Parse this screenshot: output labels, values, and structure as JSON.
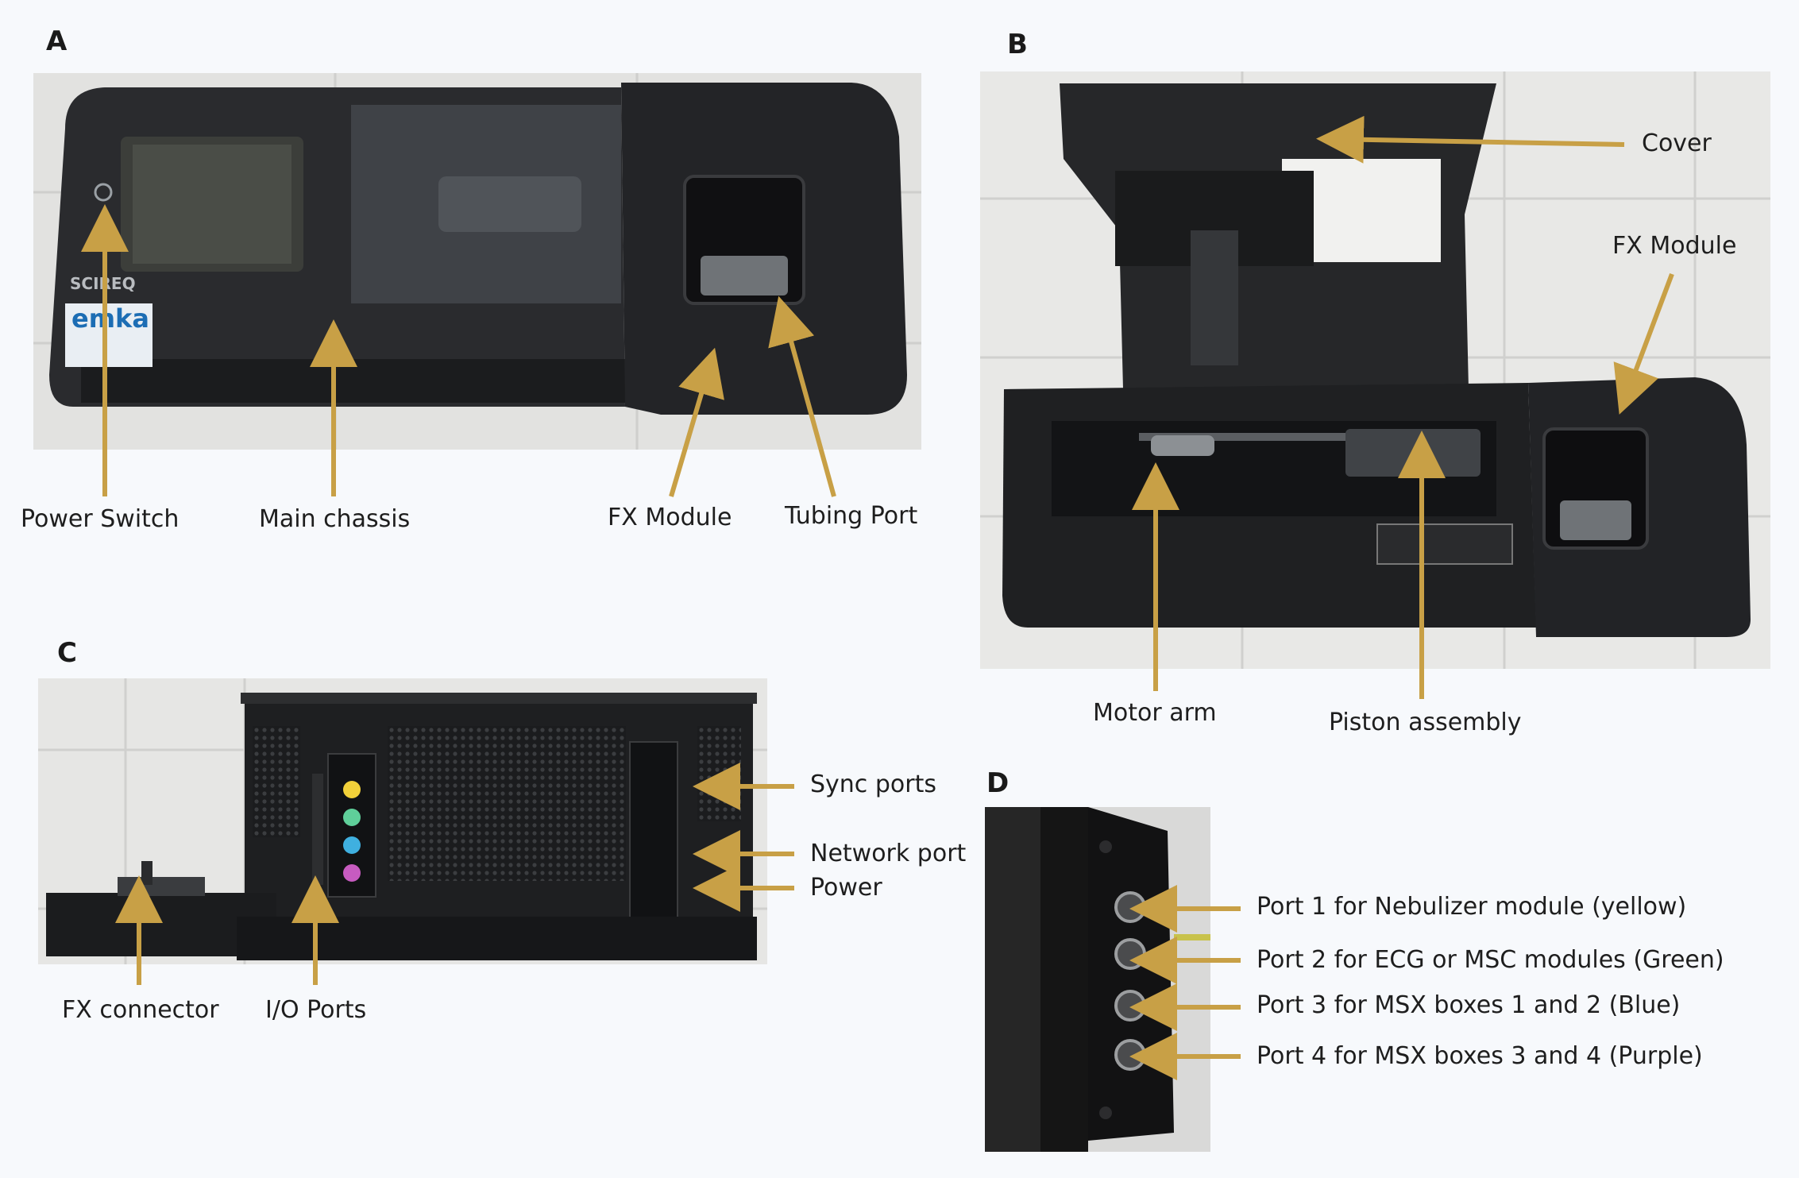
{
  "panels": {
    "a": {
      "letter": "A",
      "labels": {
        "power_switch": "Power Switch",
        "main_chassis": "Main chassis",
        "fx_module": "FX Module",
        "tubing_port": "Tubing Port"
      },
      "logo_text": "emka",
      "brand_text": "SCIREQ"
    },
    "b": {
      "letter": "B",
      "labels": {
        "cover": "Cover",
        "fx_module": "FX Module",
        "motor_arm": "Motor arm",
        "piston_assembly": "Piston assembly"
      }
    },
    "c": {
      "letter": "C",
      "labels": {
        "sync_ports": "Sync ports",
        "network_port": "Network port",
        "power": "Power",
        "fx_connector": "FX connector",
        "io_ports": "I/O Ports"
      }
    },
    "d": {
      "letter": "D",
      "labels": {
        "port1": "Port 1 for Nebulizer module (yellow)",
        "port2": "Port 2 for ECG or MSC modules (Green)",
        "port3": "Port 3 for MSX boxes 1 and 2 (Blue)",
        "port4": "Port 4 for MSX boxes 3 and 4 (Purple)"
      }
    }
  },
  "colors": {
    "arrow": "#c8a046",
    "port_yellow": "#f2d13a",
    "port_green": "#5fcf9a",
    "port_blue": "#3fb0e0",
    "port_purple": "#c75bc0"
  }
}
